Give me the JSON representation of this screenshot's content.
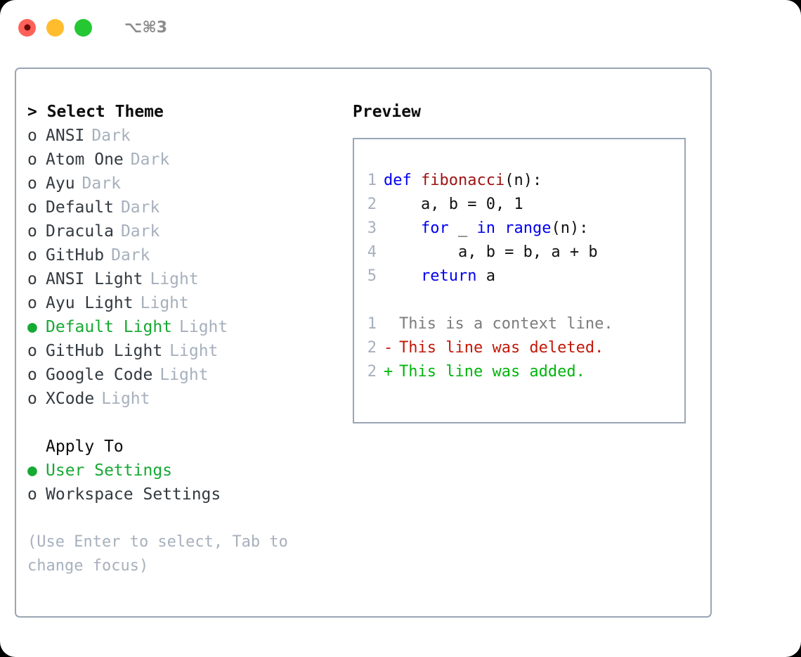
{
  "titlebar": {
    "lights": [
      {
        "name": "close-button",
        "color": "#ff6159"
      },
      {
        "name": "minimize-button",
        "color": "#ffbd2e"
      },
      {
        "name": "maximize-button",
        "color": "#25c832"
      }
    ],
    "shortcut": "⌥⌘3"
  },
  "theme_picker": {
    "header": "> Select Theme",
    "marker_selected": "●",
    "marker_unselected": "o",
    "items": [
      {
        "label": "ANSI",
        "tag": "Dark",
        "selected": false
      },
      {
        "label": "Atom One",
        "tag": "Dark",
        "selected": false
      },
      {
        "label": "Ayu",
        "tag": "Dark",
        "selected": false
      },
      {
        "label": "Default",
        "tag": "Dark",
        "selected": false
      },
      {
        "label": "Dracula",
        "tag": "Dark",
        "selected": false
      },
      {
        "label": "GitHub",
        "tag": "Dark",
        "selected": false
      },
      {
        "label": "ANSI Light",
        "tag": "Light",
        "selected": false
      },
      {
        "label": "Ayu Light",
        "tag": "Light",
        "selected": false
      },
      {
        "label": "Default Light",
        "tag": "Light",
        "selected": true
      },
      {
        "label": "GitHub Light",
        "tag": "Light",
        "selected": false
      },
      {
        "label": "Google Code",
        "tag": "Light",
        "selected": false
      },
      {
        "label": "XCode",
        "tag": "Light",
        "selected": false
      }
    ]
  },
  "apply_to": {
    "header": "Apply To",
    "items": [
      {
        "label": "User Settings",
        "selected": true
      },
      {
        "label": "Workspace Settings",
        "selected": false
      }
    ]
  },
  "hint": "(Use Enter to select, Tab to change focus)",
  "preview": {
    "title": "Preview",
    "code": [
      {
        "lno": "1",
        "tokens": [
          {
            "t": "def ",
            "c": "kw"
          },
          {
            "t": "fibonacci",
            "c": "fn"
          },
          {
            "t": "(n):",
            "c": "pl"
          }
        ]
      },
      {
        "lno": "2",
        "tokens": [
          {
            "t": "    a, b = 0, 1",
            "c": "pl"
          }
        ]
      },
      {
        "lno": "3",
        "tokens": [
          {
            "t": "    ",
            "c": "pl"
          },
          {
            "t": "for",
            "c": "kw"
          },
          {
            "t": " _ ",
            "c": "pl"
          },
          {
            "t": "in",
            "c": "kw"
          },
          {
            "t": " ",
            "c": "pl"
          },
          {
            "t": "range",
            "c": "bi"
          },
          {
            "t": "(n):",
            "c": "pl"
          }
        ]
      },
      {
        "lno": "4",
        "tokens": [
          {
            "t": "        a, b = b, a + b",
            "c": "pl"
          }
        ]
      },
      {
        "lno": "5",
        "tokens": [
          {
            "t": "    ",
            "c": "pl"
          },
          {
            "t": "return",
            "c": "kw"
          },
          {
            "t": " a",
            "c": "pl"
          }
        ]
      }
    ],
    "diff": [
      {
        "lno": "1",
        "sign": " ",
        "text": "This is a context line.",
        "kind": "ctx"
      },
      {
        "lno": "2",
        "sign": "-",
        "text": "This line was deleted.",
        "kind": "del"
      },
      {
        "lno": "2",
        "sign": "+",
        "text": "This line was added.",
        "kind": "add"
      }
    ]
  },
  "colors": {
    "accent_green": "#16a933",
    "muted": "#a6b0bd",
    "border": "#9aa5b5",
    "keyword": "#0000ee",
    "function": "#9e1212",
    "diff_deleted": "#c21807",
    "diff_added": "#00b50d"
  }
}
